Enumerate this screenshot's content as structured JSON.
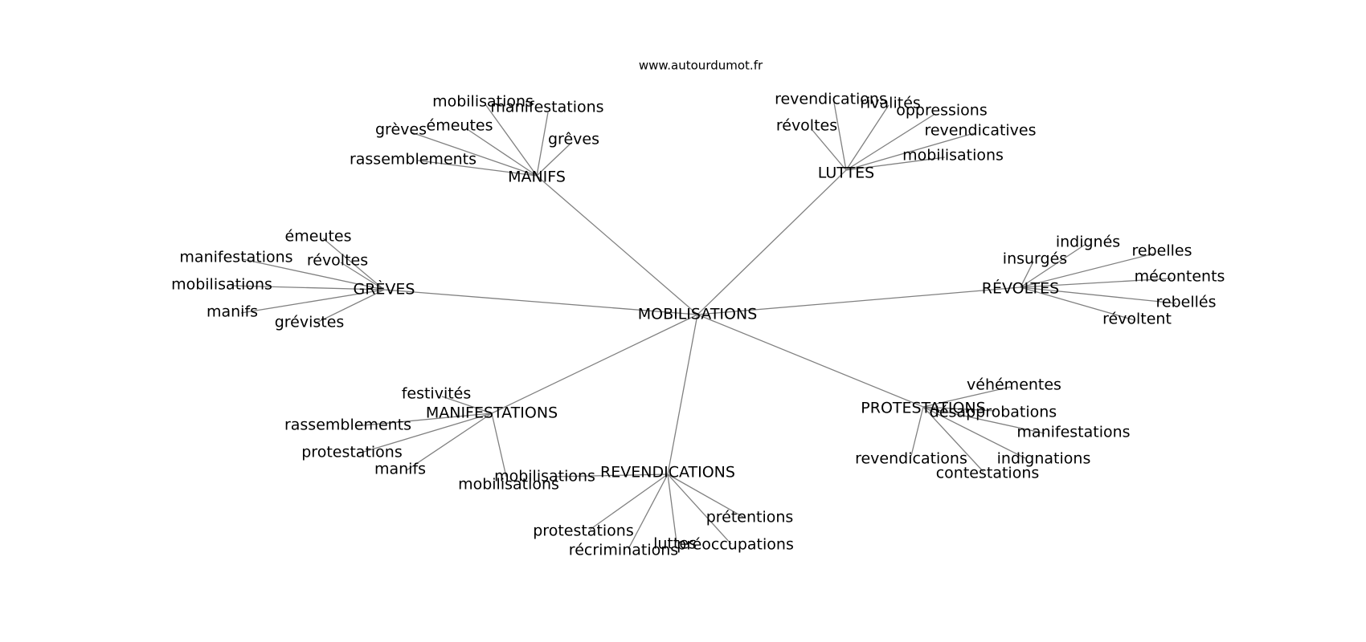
{
  "source": "www.autourdumot.fr",
  "style": {
    "edge_color": "#808080",
    "text_color": "#000000",
    "background": "#ffffff"
  },
  "root": "MOBILISATIONS",
  "hubs": [
    {
      "id": "manifs",
      "label": "MANIFS",
      "leaves": [
        "mobilisations",
        "manifestations",
        "émeutes",
        "grèves",
        "grêves",
        "rassemblements"
      ]
    },
    {
      "id": "luttes",
      "label": "LUTTES",
      "leaves": [
        "revendications",
        "rivalités",
        "oppressions",
        "révoltes",
        "revendicatives",
        "mobilisations"
      ]
    },
    {
      "id": "greves",
      "label": "GRÈVES",
      "leaves": [
        "émeutes",
        "manifestations",
        "révoltes",
        "mobilisations",
        "manifs",
        "grévistes"
      ]
    },
    {
      "id": "revoltes",
      "label": "RÉVOLTES",
      "leaves": [
        "indignés",
        "insurgés",
        "rebelles",
        "mécontents",
        "rebellés",
        "révoltent"
      ]
    },
    {
      "id": "manifestations",
      "label": "MANIFESTATIONS",
      "leaves": [
        "festivités",
        "rassemblements",
        "protestations",
        "manifs",
        "mobilisations"
      ]
    },
    {
      "id": "revendications",
      "label": "REVENDICATIONS",
      "leaves": [
        "mobilisations",
        "prétentions",
        "protestations",
        "récriminations",
        "luttes",
        "préoccupations"
      ]
    },
    {
      "id": "protestations",
      "label": "PROTESTATIONS",
      "leaves": [
        "véhémentes",
        "désapprobations",
        "manifestations",
        "revendications",
        "indignations",
        "contestations"
      ]
    }
  ]
}
